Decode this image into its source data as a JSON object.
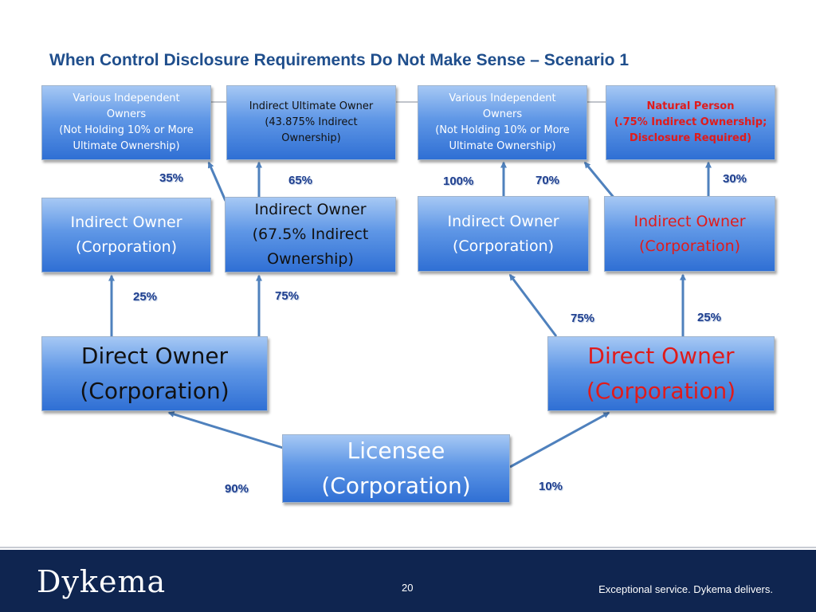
{
  "title": "When Control Disclosure Requirements Do Not Make Sense – Scenario 1",
  "top_row": {
    "box1": [
      "Various Independent",
      "Owners",
      "(Not Holding 10% or More",
      "Ultimate Ownership)"
    ],
    "box2": [
      "Indirect Ultimate Owner",
      "(43.875% Indirect",
      "Ownership)"
    ],
    "box3": [
      "Various Independent",
      "Owners",
      "(Not Holding 10% or More",
      "Ultimate Ownership)"
    ],
    "box4": [
      "Natural Person",
      "(.75% Indirect Ownership;",
      "Disclosure Required)"
    ]
  },
  "middle_row": {
    "box1": [
      "Indirect Owner",
      "(Corporation)"
    ],
    "box2": [
      "Indirect Owner",
      "(67.5% Indirect",
      "Ownership)"
    ],
    "box3": [
      "Indirect Owner",
      "(Corporation)"
    ],
    "box4": [
      "Indirect Owner",
      "(Corporation)"
    ]
  },
  "direct_row": {
    "left": [
      "Direct Owner",
      "(Corporation)"
    ],
    "right": [
      "Direct Owner",
      "(Corporation)"
    ]
  },
  "licensee": [
    "Licensee",
    "(Corporation)"
  ],
  "percentages": {
    "p35": "35%",
    "p65": "65%",
    "p100": "100%",
    "p70": "70%",
    "p30": "30%",
    "p25a": "25%",
    "p75a": "75%",
    "p75b": "75%",
    "p25b": "25%",
    "p90": "90%",
    "p10": "10%"
  },
  "footer": {
    "logo": "Dykema",
    "page_number": "20",
    "tagline": "Exceptional service. Dykema delivers."
  },
  "colors": {
    "title": "#1f4e8c",
    "box_top": "#a6c8f4",
    "box_bottom": "#2f6fd4",
    "highlight_text": "#e01b1b",
    "arrow": "#4f81bd",
    "footer_bg": "#0f2550"
  }
}
